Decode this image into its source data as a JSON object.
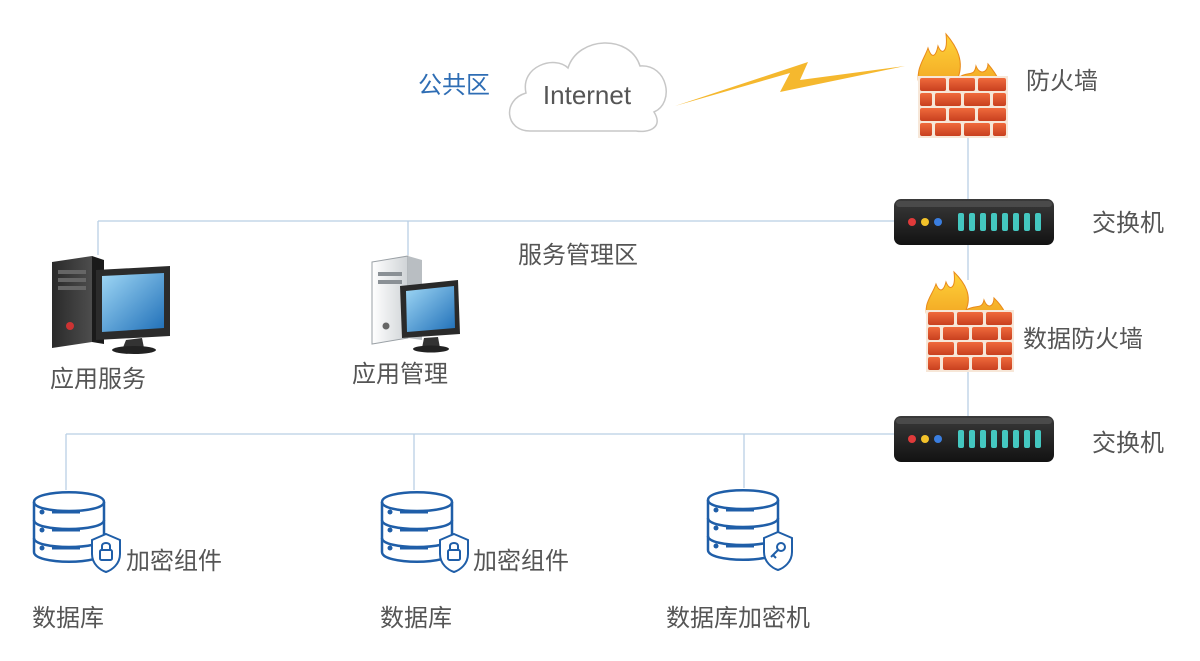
{
  "zone_public": "公共区",
  "internet_label": "Internet",
  "firewall_label": "防火墙",
  "switch_top_label": "交换机",
  "service_zone_label": "服务管理区",
  "app_service_label": "应用服务",
  "app_manage_label": "应用管理",
  "data_firewall_label": "数据防火墙",
  "switch_bottom_label": "交换机",
  "db1_component_label": "加密组件",
  "db1_label": "数据库",
  "db2_component_label": "加密组件",
  "db2_label": "数据库",
  "db3_label": "数据库加密机",
  "colors": {
    "accent_blue": "#2e6db4",
    "line": "#b9cfe4",
    "lightning": "#f5b82e",
    "brick": "#e0532d",
    "switch_body": "#222222",
    "switch_led": "#44c7c0"
  },
  "icons": {
    "cloud": "cloud-icon",
    "firewall": "firewall-icon",
    "switch": "switch-icon",
    "desktop": "desktop-computer-icon",
    "server": "server-tower-icon",
    "database": "database-icon",
    "lock": "lock-shield-icon",
    "key": "key-shield-icon"
  }
}
